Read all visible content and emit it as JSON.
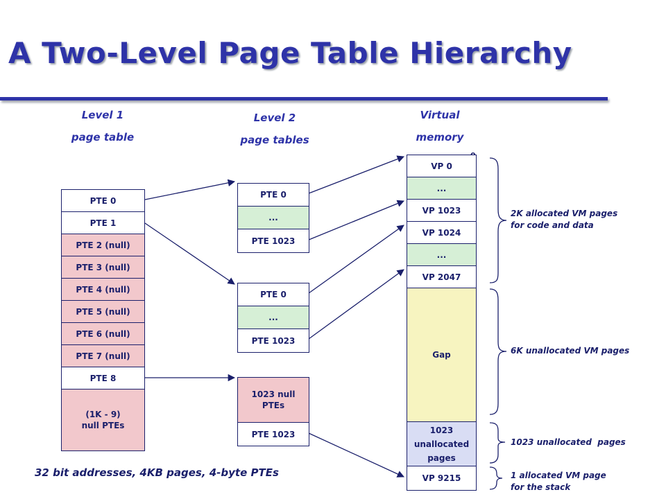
{
  "title": "A Two-Level Page Table Hierarchy",
  "columns": {
    "level1": [
      "Level 1",
      "page table"
    ],
    "level2": [
      "Level 2",
      "page tables"
    ],
    "virtual": [
      "Virtual",
      "memory"
    ]
  },
  "level1_table": [
    "PTE 0",
    "PTE 1",
    "PTE 2 (null)",
    "PTE 3 (null)",
    "PTE 4 (null)",
    "PTE 5 (null)",
    "PTE 6 (null)",
    "PTE 7 (null)",
    "PTE 8",
    "(1K - 9)\nnull PTEs"
  ],
  "level2_tables": [
    [
      "PTE 0",
      "...",
      "PTE 1023"
    ],
    [
      "PTE 0",
      "...",
      "PTE 1023"
    ],
    [
      "1023 null\nPTEs",
      "PTE 1023"
    ]
  ],
  "virtual_memory": [
    "VP 0",
    "...",
    "VP 1023",
    "VP 1024",
    "...",
    "VP 2047",
    "Gap",
    "1023\nunallocated\npages",
    "VP 9215"
  ],
  "address_zero": "0",
  "annotations": {
    "code_data": "2K allocated VM pages\nfor code and data",
    "gap": "6K unallocated VM pages",
    "unalloc": "1023 unallocated  pages",
    "stack": "1 allocated VM page\nfor the stack"
  },
  "footer": "32 bit addresses, 4KB pages, 4-byte PTEs",
  "colors": {
    "title_blue": "#2e33a8",
    "null_pink": "#f2c8cc",
    "ellipsis_green": "#d6efd6",
    "gap_yellow": "#f7f4c0",
    "unallocated_lavender": "#d9ddf4"
  }
}
